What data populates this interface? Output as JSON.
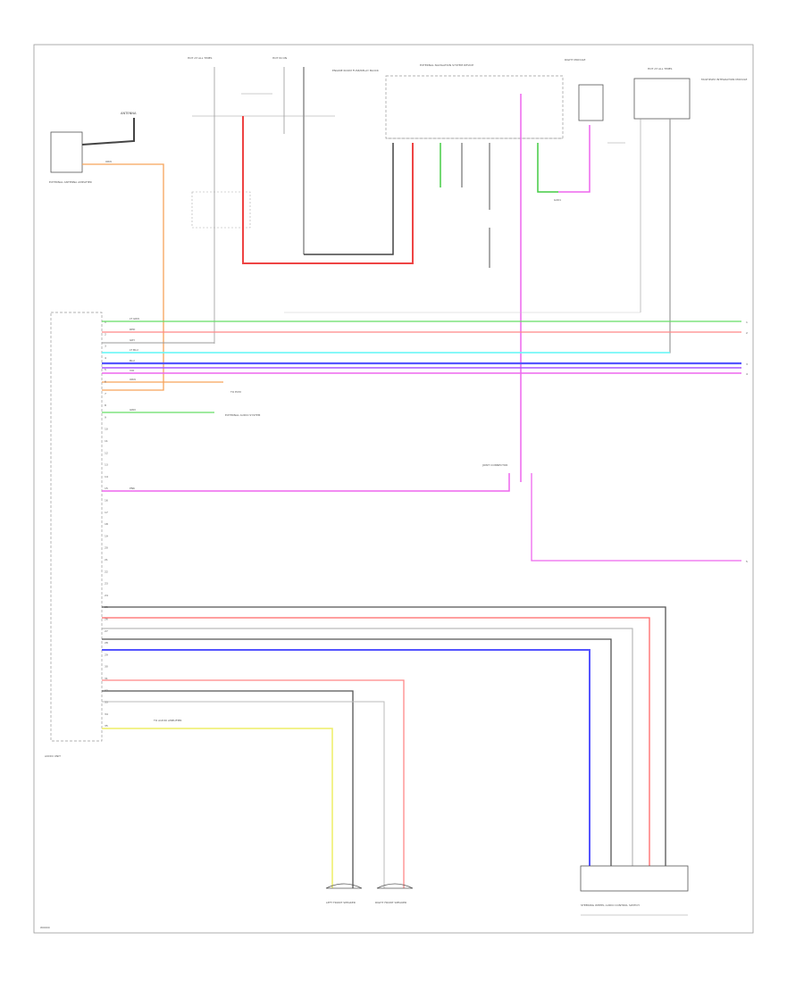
{
  "diagram": {
    "footer_code": "W0000",
    "top_components": {
      "hot_fuse_left": "HOT AT ALL TIMES",
      "hot_fuse_right": "HOT IN ON",
      "fuse_box_label": "ENGINE ROOM FUSE/RELAY BLOCK",
      "ecu_label": "EXTERNAL NAVIGATION SYSTEM DEVICE",
      "right_module": "RIGHT MODULE",
      "far_right_top": "HOT AT ALL TIMES",
      "far_right_box": "MULTIPLEX INTEGRATION MODULE",
      "antenna_title": "ANTENNA",
      "antenna_module": "EXTERNAL ANTENNA AMPLIFIER"
    },
    "left_connector": {
      "name": "AUDIO UNIT",
      "pins": [
        "1",
        "2",
        "3",
        "4",
        "5",
        "6",
        "7",
        "8",
        "9",
        "10",
        "11",
        "12",
        "13",
        "14",
        "15",
        "16",
        "17",
        "18",
        "19",
        "20",
        "21",
        "22",
        "23",
        "24",
        "25",
        "26",
        "27",
        "28",
        "29",
        "30",
        "31",
        "32",
        "33",
        "34",
        "35"
      ]
    },
    "wire_labels": {
      "green_top": "LT GRN",
      "red_top": "RED",
      "gray_top": "GRY",
      "cyan": "LT BLU",
      "blue": "BLU",
      "violet": "VIO",
      "pink": "PNK",
      "orange": "ORN",
      "green_lower": "GRN",
      "pink_mid": "PNK",
      "ground_label": "G201"
    },
    "annotations": {
      "ecm_note": "TO ECM",
      "audio_out": "TO AUDIO AMPLIFIER",
      "ext_audio": "EXTERNAL AUDIO SYSTEM",
      "speaker_left": "LEFT FRONT SPEAKER",
      "speaker_right": "RIGHT FRONT SPEAKER",
      "bottom_connector": "STEERING WHEEL AUDIO CONTROL SWITCH",
      "junction": "JOINT CONNECTOR"
    }
  }
}
